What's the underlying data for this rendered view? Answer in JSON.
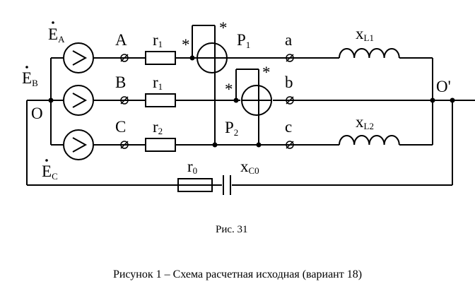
{
  "sources": [
    {
      "main": "E",
      "sub": "A"
    },
    {
      "main": "E",
      "sub": "B"
    },
    {
      "main": "E",
      "sub": "C"
    }
  ],
  "neutral_left": "O",
  "neutral_right": "O'",
  "terminals_left": [
    "A",
    "B",
    "C"
  ],
  "line_resistors": [
    {
      "main": "r",
      "sub": "1"
    },
    {
      "main": "r",
      "sub": "1"
    },
    {
      "main": "r",
      "sub": "2"
    }
  ],
  "wattmeters": [
    {
      "main": "P",
      "sub": "1"
    },
    {
      "main": "P",
      "sub": "2"
    }
  ],
  "terminals_right": [
    "a",
    "b",
    "c"
  ],
  "inductors": [
    {
      "main": "x",
      "sub": "L1"
    },
    {
      "main": "x",
      "sub": "L2"
    }
  ],
  "neutral_resistor": {
    "main": "r",
    "sub": "0"
  },
  "neutral_capacitor": {
    "main": "x",
    "sub": "C0"
  },
  "star": "*",
  "figure_label": "Рис. 31",
  "caption": "Рисунок 1 – Схема расчетная исходная (вариант 18)"
}
